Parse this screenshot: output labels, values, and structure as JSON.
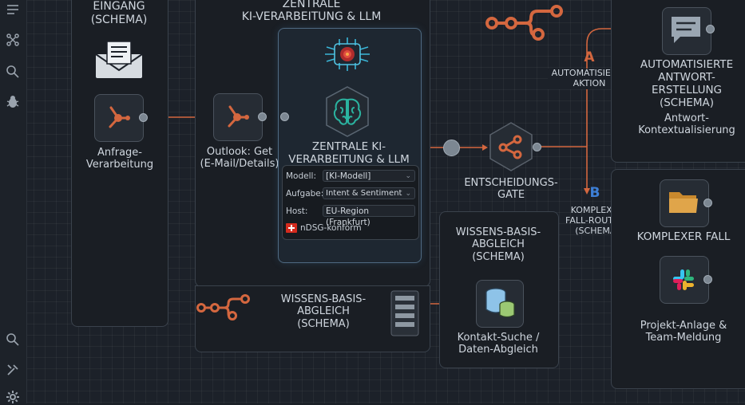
{
  "sidebar": {
    "icons": [
      "menu-icon",
      "workflow-icon",
      "search-icon",
      "bug-icon",
      "search-icon-bottom",
      "tools-icon",
      "gear-icon"
    ]
  },
  "eingang": {
    "title": "EINGANG",
    "subtitle": "(SCHEMA)",
    "node_label": "Anfrage-\nVerarbeitung"
  },
  "ki_panel": {
    "title_line1": "ZENTRALE",
    "title_line2": "KI-VERARBEITUNG & LLM"
  },
  "outlook": {
    "label": "Outlook: Get\n(E-Mail/Details)"
  },
  "llm_card": {
    "title": "ZENTRALE KI-\nVERARBEITUNG & LLM",
    "form": [
      {
        "label": "Modell:",
        "value": "[KI-Modell]",
        "dropdown": true
      },
      {
        "label": "Aufgabe:",
        "value": "Intent & Sentiment",
        "dropdown": true
      },
      {
        "label": "Host:",
        "value": "EU-Region (Frankfurt)",
        "dropdown": false
      }
    ],
    "compliance": "nDSG-konform"
  },
  "wissen_bottom": {
    "label": "WISSENS-BASIS-\nABGLEICH\n(SCHEMA)"
  },
  "wissen_panel": {
    "title": "WISSENS-BASIS-\nABGLEICH\n(SCHEMA)",
    "node_label": "Kontakt-Suche /\nDaten-Abgleich"
  },
  "gate": {
    "label": "ENTSCHEIDUNGS-\nGATE"
  },
  "branch_a": {
    "letter": "A",
    "label": "AUTOMATISIERTE\nAKTION"
  },
  "branch_b": {
    "letter": "B",
    "label": "KOMPLEXER\nFALL-ROUTING\n(SCHEMA)"
  },
  "antwort": {
    "title": "AUTOMATISIERTE\nANTWORT-\nERSTELLUNG\n(SCHEMA)",
    "subtitle": "Antwort-\nKontextualisierung"
  },
  "komplex": {
    "title": "KOMPLEXER FALL",
    "node_label": "Projekt-Anlage &\nTeam-Meldung"
  },
  "colors": {
    "accent": "#d4673f",
    "background": "#1c2129",
    "panel_border": "#3a424c",
    "branch_label": "#3d7fd6",
    "brain": "#2bb3a0"
  }
}
